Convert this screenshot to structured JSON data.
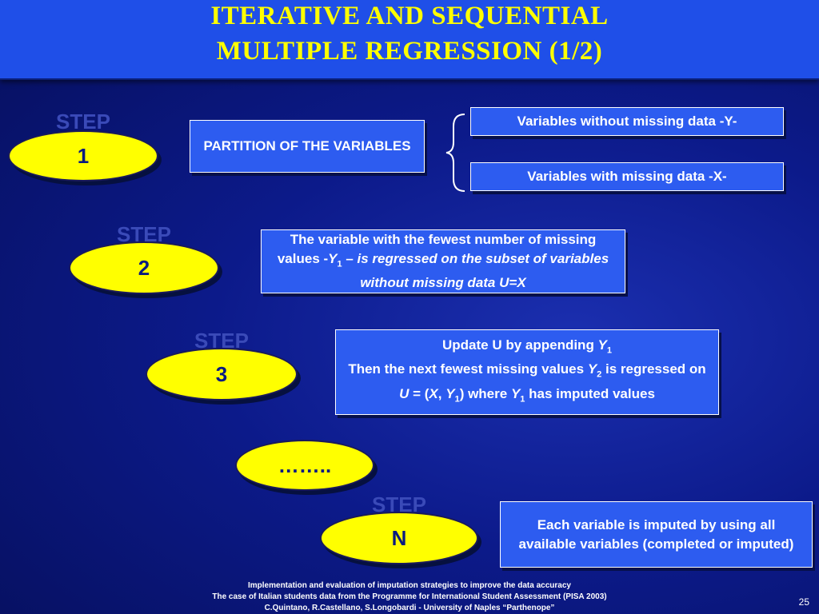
{
  "header": {
    "title_line1": "ITERATIVE AND SEQUENTIAL",
    "title_line2": "MULTIPLE REGRESSION (1/2)"
  },
  "steps": [
    {
      "label": "STEP",
      "number": "1"
    },
    {
      "label": "STEP",
      "number": "2"
    },
    {
      "label": "STEP",
      "number": "3"
    },
    {
      "label": "",
      "number": "…….."
    },
    {
      "label": "STEP",
      "number": "N"
    }
  ],
  "boxes": {
    "partition": "PARTITION OF THE VARIABLES",
    "without_missing": "Variables without missing data -Y-",
    "with_missing": "Variables with missing data -X-",
    "step2": {
      "part1": "The variable with the fewest number of missing values -",
      "y": "Y",
      "y_sub": "1",
      "part2": " – ",
      "italic": "is regressed on the subset of variables without missing data U=X"
    },
    "step3": {
      "line1_text": "Update U by appending ",
      "line1_y": "Y",
      "line1_sub": "1",
      "line2_text": "Then the next fewest missing values ",
      "line2_y": "Y",
      "line2_sub": "2",
      "line2_end": " is regressed on ",
      "u": "U",
      "eq": " = (",
      "x": "X",
      "comma": ", ",
      "y1": "Y",
      "y1_sub": "1",
      "close": ") where ",
      "y1b": "Y",
      "y1b_sub": "1",
      "end": " has imputed values"
    },
    "stepN": "Each variable is imputed by using all available variables (completed or imputed)"
  },
  "footer": {
    "line1": "Implementation and evaluation of imputation strategies to improve the data accuracy",
    "line2": "The case of Italian students data from the Programme for International Student Assessment (PISA 2003)",
    "line3": "C.Quintano, R.Castellano, S.Longobardi - University of Naples “Parthenope”",
    "page": "25"
  }
}
